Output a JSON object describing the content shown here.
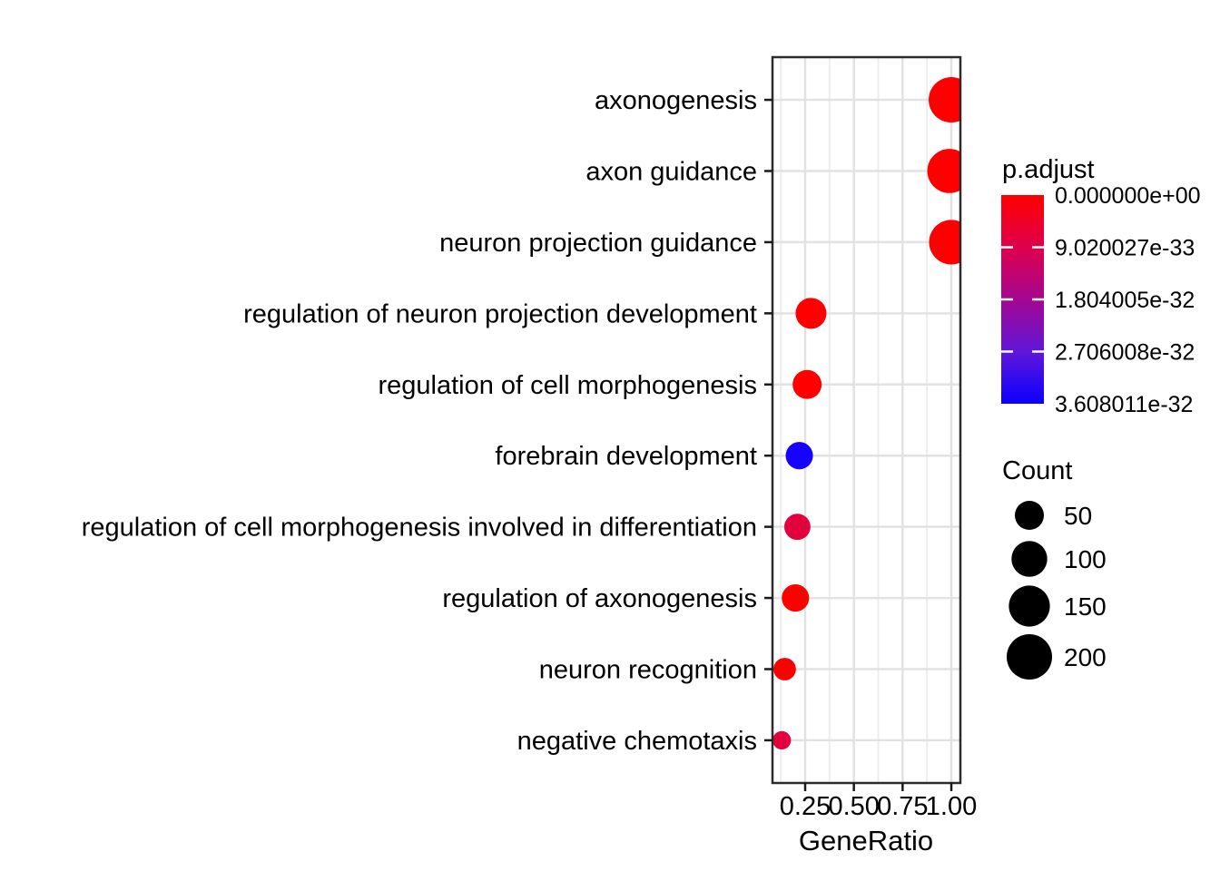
{
  "chart_data": {
    "type": "scatter",
    "subtype": "enrichment-dotplot",
    "title": "",
    "xlabel": "GeneRatio",
    "ylabel": "",
    "x_axis": {
      "ticks": [
        0.25,
        0.5,
        0.75,
        1.0
      ],
      "tick_labels": [
        "0.25",
        "0.50",
        "0.75",
        "1.00"
      ],
      "minor_ticks": [
        0.125,
        0.375,
        0.625,
        0.875
      ],
      "range": [
        0.082,
        1.046
      ],
      "grid": true
    },
    "categories": [
      "axonogenesis",
      "axon guidance",
      "neuron projection guidance",
      "regulation of neuron projection development",
      "regulation of cell morphogenesis",
      "forebrain development",
      "regulation of cell morphogenesis involved in differentiation",
      "regulation of axonogenesis",
      "neuron recognition",
      "negative chemotaxis"
    ],
    "points": [
      {
        "term": "axonogenesis",
        "gene_ratio": 1.0,
        "count": 200,
        "color": "#FF0000"
      },
      {
        "term": "axon guidance",
        "gene_ratio": 0.99,
        "count": 185,
        "color": "#FF0000"
      },
      {
        "term": "neuron projection guidance",
        "gene_ratio": 1.0,
        "count": 190,
        "color": "#FF0000"
      },
      {
        "term": "regulation of neuron projection development",
        "gene_ratio": 0.28,
        "count": 62,
        "color": "#FF0000"
      },
      {
        "term": "regulation of cell morphogenesis",
        "gene_ratio": 0.26,
        "count": 50,
        "color": "#FF0000"
      },
      {
        "term": "forebrain development",
        "gene_ratio": 0.22,
        "count": 40,
        "color": "#1602FF"
      },
      {
        "term": "regulation of cell morphogenesis involved in differentiation",
        "gene_ratio": 0.21,
        "count": 34,
        "color": "#E2013C"
      },
      {
        "term": "regulation of axonogenesis",
        "gene_ratio": 0.2,
        "count": 40,
        "color": "#FB0100"
      },
      {
        "term": "neuron recognition",
        "gene_ratio": 0.145,
        "count": 18,
        "color": "#FB0100"
      },
      {
        "term": "negative chemotaxis",
        "gene_ratio": 0.13,
        "count": 6,
        "color": "#E2013C"
      }
    ],
    "legend_padjust": {
      "title": "p.adjust",
      "tick_labels": [
        "0.000000e+00",
        "9.020027e-33",
        "1.804005e-32",
        "2.706008e-32",
        "3.608011e-32"
      ],
      "gradient_stops": [
        "#FF0000",
        "#DE004B",
        "#A40790",
        "#5F17D8",
        "#0B00FF"
      ],
      "low_color": "#FF0000",
      "high_color": "#0B00FF",
      "position": "right"
    },
    "legend_count": {
      "title": "Count",
      "entries": [
        {
          "label": "50",
          "count": 50
        },
        {
          "label": "100",
          "count": 100
        },
        {
          "label": "150",
          "count": 150
        },
        {
          "label": "200",
          "count": 200
        }
      ],
      "dot_color": "#000000",
      "position": "right"
    }
  }
}
